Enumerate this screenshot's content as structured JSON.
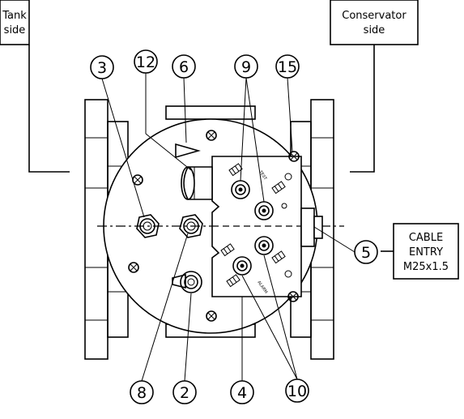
{
  "labels": {
    "tank_side": [
      "Tank",
      "side"
    ],
    "conservator_side": [
      "Conservator",
      "side"
    ],
    "cable_entry": [
      "CABLE",
      "ENTRY",
      "M25x1.5"
    ]
  },
  "callouts": {
    "c3": "3",
    "c12": "12",
    "c6": "6",
    "c9": "9",
    "c15": "15",
    "c5": "5",
    "c8": "8",
    "c2": "2",
    "c4": "4",
    "c10": "10"
  }
}
